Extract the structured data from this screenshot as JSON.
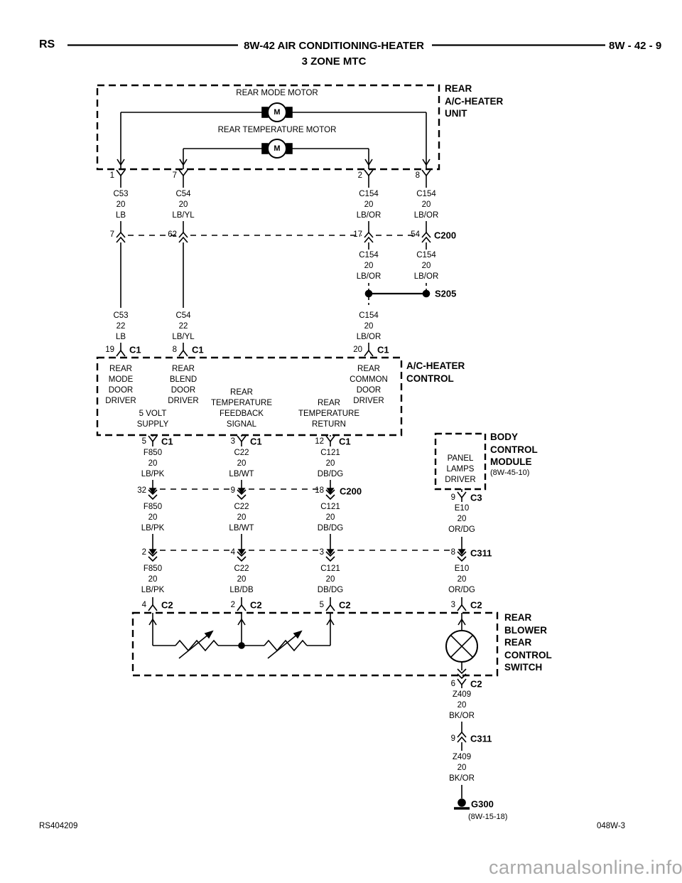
{
  "header": {
    "model": "RS",
    "title": "8W-42 AIR CONDITIONING-HEATER",
    "subtitle": "3 ZONE MTC",
    "page_ref": "8W - 42 - 9"
  },
  "footer": {
    "doc_number": "RS404209",
    "sheet_number": "048W-3",
    "watermark": "carmanualsonline.info"
  },
  "components": {
    "rear_unit": {
      "label": "REAR\nA/C-HEATER\nUNIT",
      "motor_top": "REAR MODE MOTOR",
      "motor_bottom": "REAR TEMPERATURE MOTOR",
      "motor_symbol": "M"
    },
    "ac_control": {
      "label": "A/C-HEATER\nCONTROL",
      "fn1": "REAR\nMODE\nDOOR\nDRIVER",
      "fn2": "REAR\nBLEND\nDOOR\nDRIVER",
      "fn3": "REAR\nCOMMON\nDOOR\nDRIVER",
      "fn4": "5 VOLT\nSUPPLY",
      "fn5": "REAR\nTEMPERATURE\nFEEDBACK\nSIGNAL",
      "fn6": "REAR\nTEMPERATURE\nRETURN"
    },
    "bcm": {
      "label": "BODY\nCONTROL\nMODULE",
      "ref": "(8W-45-10)",
      "fn": "PANEL\nLAMPS\nDRIVER"
    },
    "blower_switch": {
      "label": "REAR\nBLOWER\nREAR\nCONTROL\nSWITCH"
    },
    "ground": {
      "name": "G300",
      "ref": "(8W-15-18)"
    },
    "splice": {
      "name": "S205"
    }
  },
  "connectors": {
    "unit_exit": {
      "p1": "1",
      "p2": "7",
      "p3": "2",
      "p4": "8"
    },
    "c200a": {
      "name": "C200",
      "p1": "7",
      "p2": "62",
      "p3": "17",
      "p4": "54"
    },
    "c1_top": {
      "name": "C1",
      "p1": "19",
      "p2": "8",
      "p3": "20"
    },
    "c1_bot": {
      "name": "C1",
      "p1": "5",
      "p2": "3",
      "p3": "12"
    },
    "c200b": {
      "name": "C200",
      "p1": "32",
      "p2": "9",
      "p3": "18"
    },
    "c3": {
      "name": "C3",
      "p1": "9"
    },
    "c311a": {
      "name": "C311",
      "p1": "2",
      "p2": "4",
      "p3": "3",
      "p4": "8"
    },
    "c2_top": {
      "name": "C2",
      "p1": "4",
      "p2": "2",
      "p3": "5",
      "p4": "3"
    },
    "c2_exit": {
      "name": "C2",
      "p1": "6"
    },
    "c311b": {
      "name": "C311",
      "p1": "9"
    }
  },
  "wires": {
    "w1": {
      "circuit": "C53",
      "gauge": "20",
      "color": "LB"
    },
    "w2": {
      "circuit": "C54",
      "gauge": "20",
      "color": "LB/YL"
    },
    "w3": {
      "circuit": "C154",
      "gauge": "20",
      "color": "LB/OR"
    },
    "w4": {
      "circuit": "C154",
      "gauge": "20",
      "color": "LB/OR"
    },
    "w5": {
      "circuit": "C154",
      "gauge": "20",
      "color": "LB/OR"
    },
    "w6": {
      "circuit": "C154",
      "gauge": "20",
      "color": "LB/OR"
    },
    "w7": {
      "circuit": "C53",
      "gauge": "22",
      "color": "LB"
    },
    "w8": {
      "circuit": "C54",
      "gauge": "22",
      "color": "LB/YL"
    },
    "w9": {
      "circuit": "C154",
      "gauge": "20",
      "color": "LB/OR"
    },
    "w10": {
      "circuit": "F850",
      "gauge": "20",
      "color": "LB/PK"
    },
    "w11": {
      "circuit": "C22",
      "gauge": "20",
      "color": "LB/WT"
    },
    "w12": {
      "circuit": "C121",
      "gauge": "20",
      "color": "DB/DG"
    },
    "w13": {
      "circuit": "F850",
      "gauge": "20",
      "color": "LB/PK"
    },
    "w14": {
      "circuit": "C22",
      "gauge": "20",
      "color": "LB/WT"
    },
    "w15": {
      "circuit": "C121",
      "gauge": "20",
      "color": "DB/DG"
    },
    "w16": {
      "circuit": "E10",
      "gauge": "20",
      "color": "OR/DG"
    },
    "w17": {
      "circuit": "F850",
      "gauge": "20",
      "color": "LB/PK"
    },
    "w18": {
      "circuit": "C22",
      "gauge": "20",
      "color": "LB/DB"
    },
    "w19": {
      "circuit": "C121",
      "gauge": "20",
      "color": "DB/DG"
    },
    "w20": {
      "circuit": "E10",
      "gauge": "20",
      "color": "OR/DG"
    },
    "w21": {
      "circuit": "Z409",
      "gauge": "20",
      "color": "BK/OR"
    },
    "w22": {
      "circuit": "Z409",
      "gauge": "20",
      "color": "BK/OR"
    }
  }
}
